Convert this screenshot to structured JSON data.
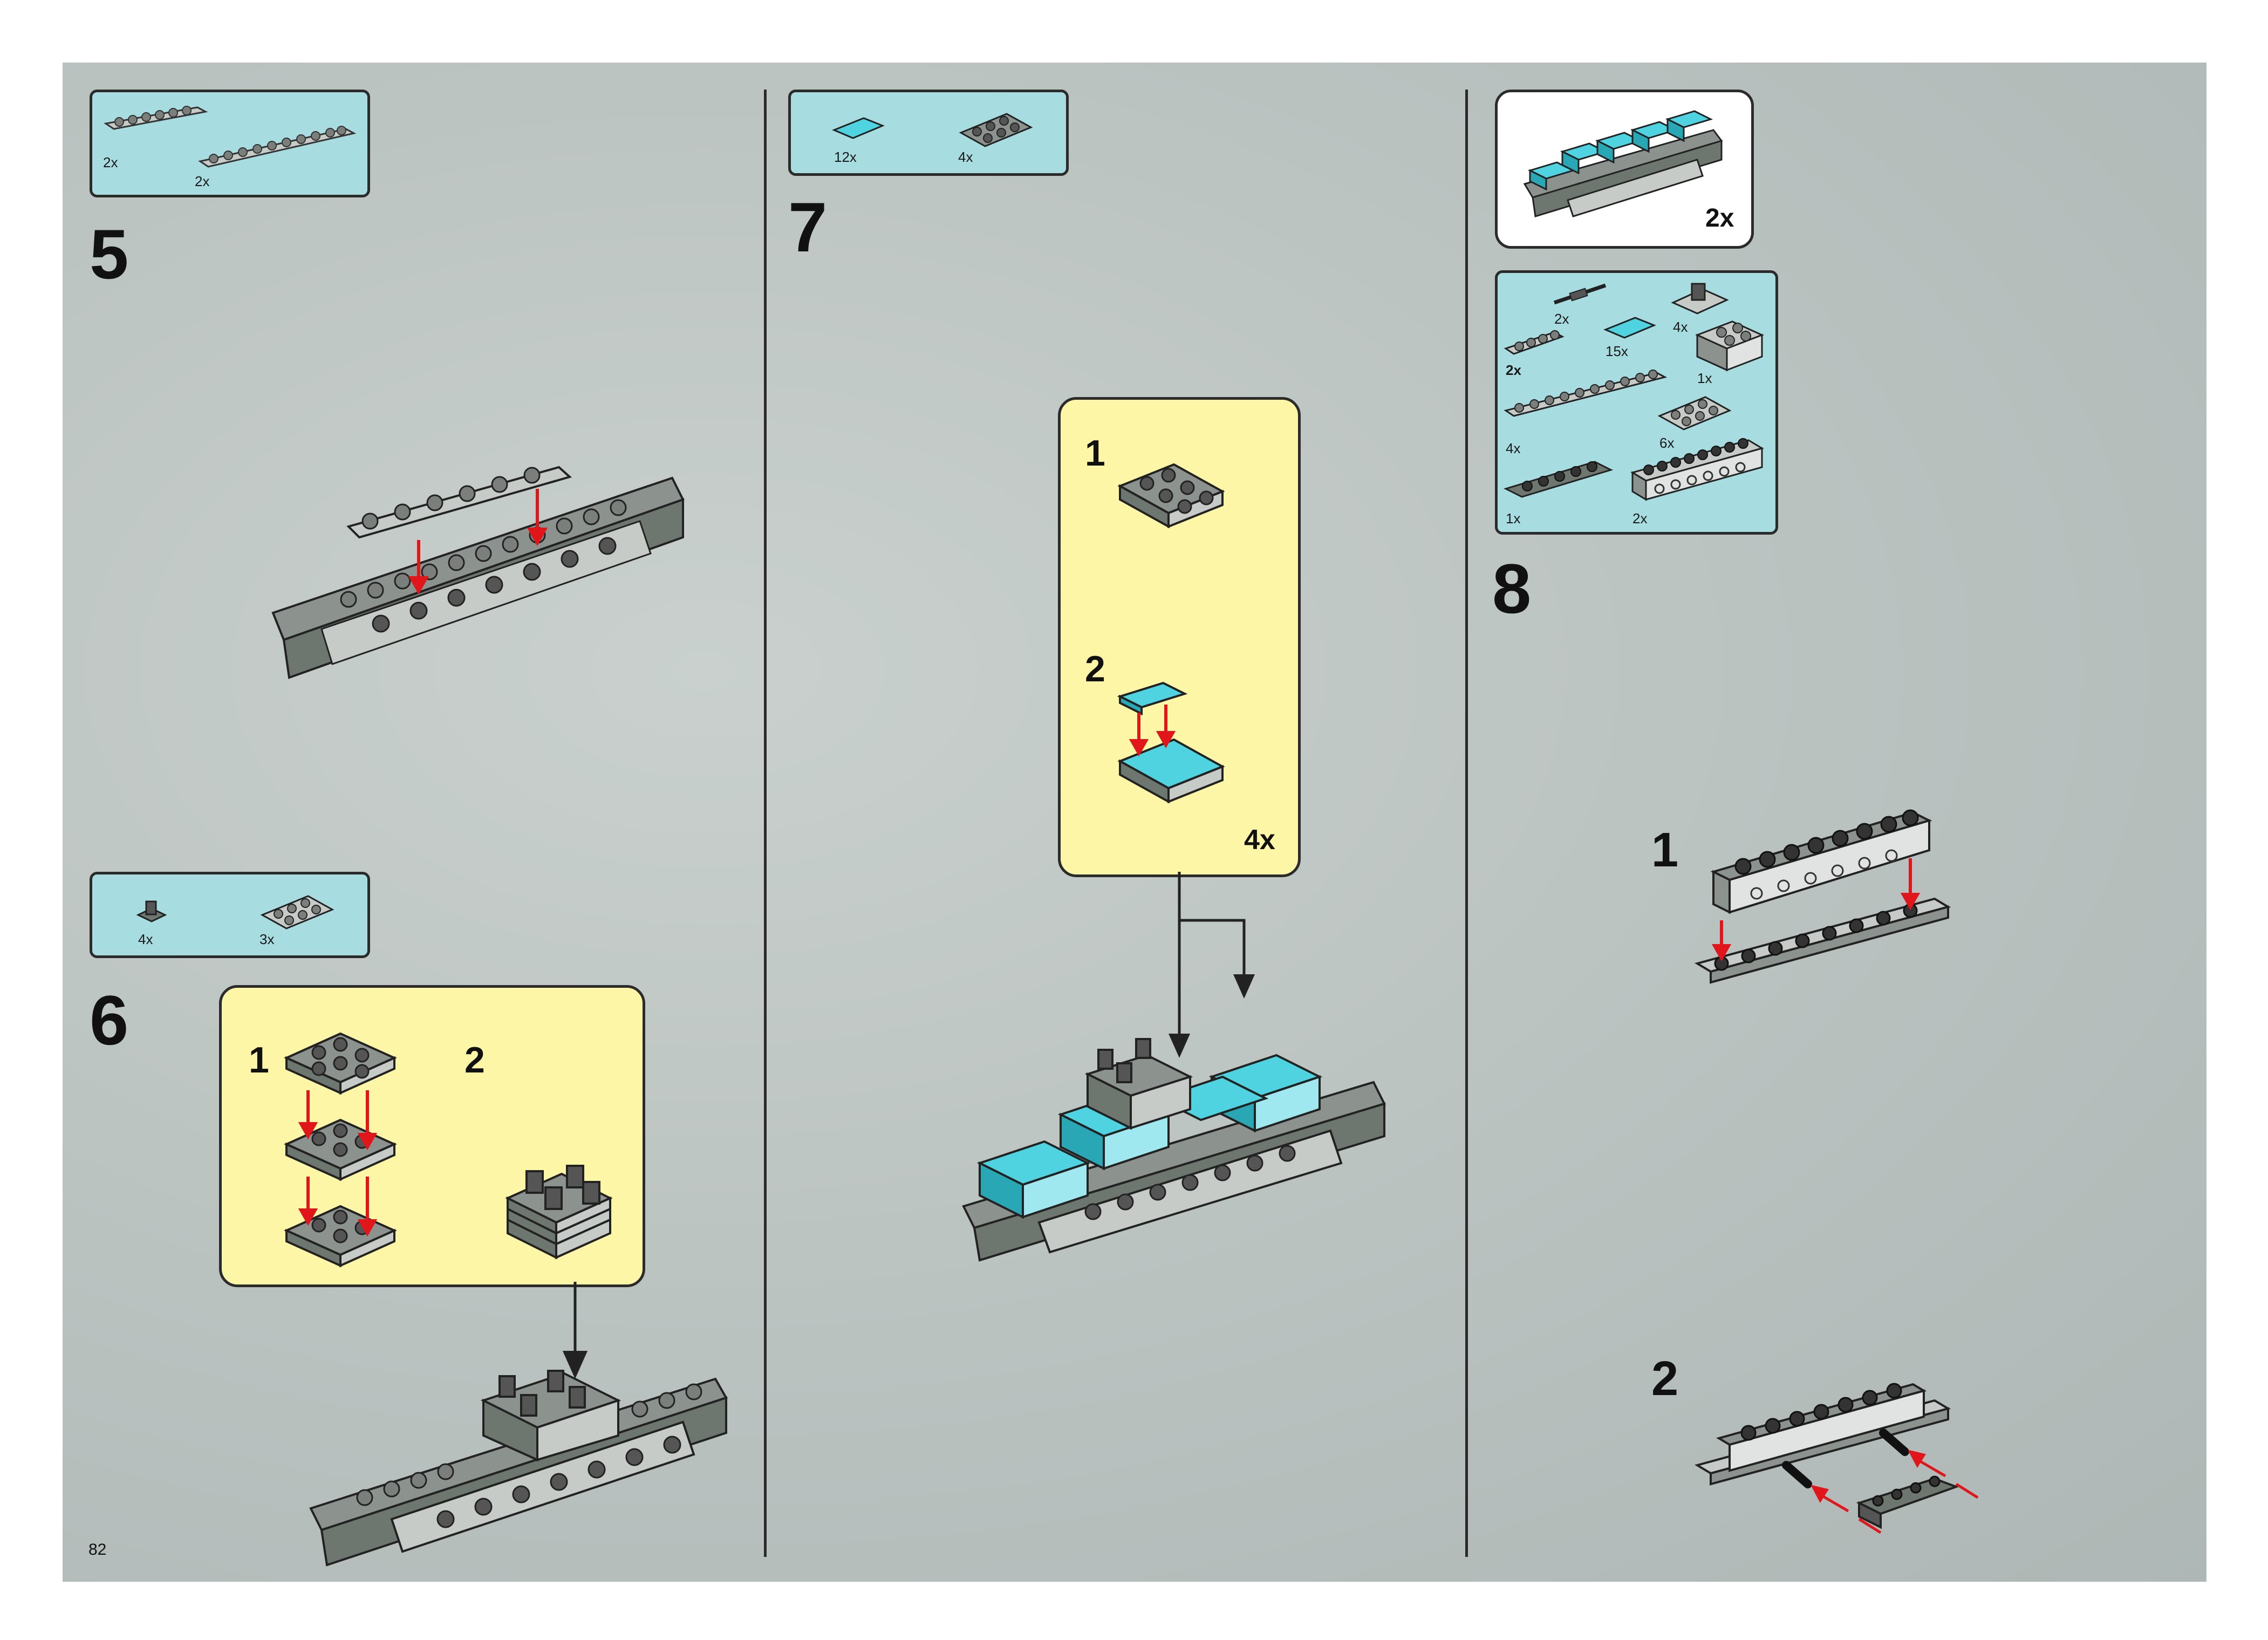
{
  "page_number": "82",
  "step5": {
    "number": "5",
    "parts": [
      {
        "qty": "2x",
        "icon": "plate-1x6-light-gray-icon"
      },
      {
        "qty": "2x",
        "icon": "plate-1x10-light-gray-icon"
      }
    ]
  },
  "step6": {
    "number": "6",
    "parts": [
      {
        "qty": "4x",
        "icon": "clip-dark-gray-icon"
      },
      {
        "qty": "3x",
        "icon": "plate-2x3-light-gray-icon"
      }
    ],
    "sub": {
      "s1": "1",
      "s2": "2"
    }
  },
  "step7": {
    "number": "7",
    "parts": [
      {
        "qty": "12x",
        "icon": "tile-1x2-trans-light-blue-icon"
      },
      {
        "qty": "4x",
        "icon": "plate-2x3-dark-gray-icon"
      }
    ],
    "sub": {
      "s1": "1",
      "s2": "2",
      "mult": "4x"
    }
  },
  "step8": {
    "number": "8",
    "preview_mult": "2x",
    "parts": [
      {
        "qty": "2x",
        "icon": "bar-antenna-icon"
      },
      {
        "qty": "15x",
        "icon": "tile-1x2-trans-light-blue-icon"
      },
      {
        "qty": "4x",
        "icon": "clip-brick-icon"
      },
      {
        "qty": "2x",
        "icon": "plate-1x4-light-gray-icon"
      },
      {
        "qty": "1x",
        "icon": "brick-2x2-light-gray-icon"
      },
      {
        "qty": "4x",
        "icon": "plate-1x10-light-gray-icon"
      },
      {
        "qty": "6x",
        "icon": "plate-2x3-light-gray-icon"
      },
      {
        "qty": "1x",
        "icon": "technic-beam-dark-gray-icon"
      },
      {
        "qty": "2x",
        "icon": "technic-brick-1x8-light-gray-icon"
      }
    ],
    "sub": {
      "s1": "1",
      "s2": "2"
    }
  },
  "colors": {
    "callout_bg": "#a7dde0",
    "subassembly_bg": "#fdf6a6",
    "light_gray": "#c7cbc8",
    "dark_gray": "#6e7670",
    "trans_blue": "#4fd3e0",
    "arrow_red": "#e0161a"
  }
}
